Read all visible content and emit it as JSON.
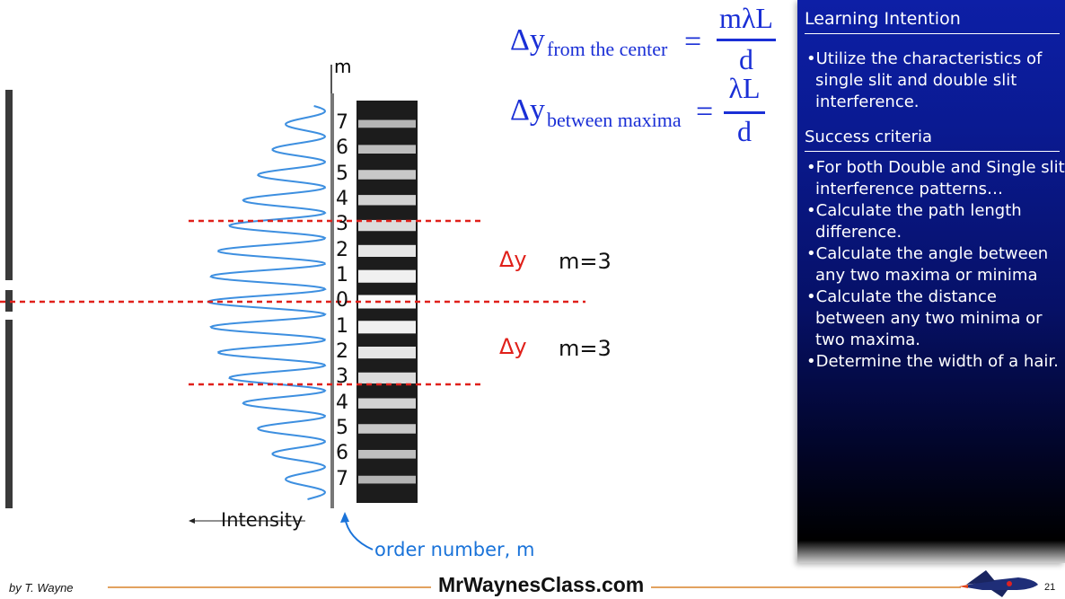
{
  "formulas": {
    "center": {
      "delta": "Δy",
      "subscript": "from the center",
      "equals": "=",
      "numerator": "mλL",
      "denominator": "d"
    },
    "between": {
      "delta": "Δy",
      "subscript": "between maxima",
      "equals": "=",
      "numerator": "λL",
      "denominator": "d"
    }
  },
  "diagram": {
    "m_axis_label": "m",
    "orders_top": [
      "7",
      "6",
      "5",
      "4",
      "3",
      "2",
      "1",
      "0"
    ],
    "orders_bottom": [
      "1",
      "2",
      "3",
      "4",
      "5",
      "6",
      "7"
    ],
    "intensity_label": "Intensity",
    "order_number_label": "order number, m",
    "delta_top": "Δy",
    "m_top": "m=3",
    "delta_bottom": "Δy",
    "m_bottom": "m=3",
    "colors": {
      "curve": "#3d8fe0",
      "dashed": "#e0201a",
      "delta": "#e0201a",
      "order_label": "#1a73d9"
    }
  },
  "panel": {
    "learning_title": "Learning Intention",
    "learning_items": [
      "Utilize the characteristics of single slit and double slit interference."
    ],
    "success_title": "Success criteria",
    "success_items": [
      "For both Double and Single slit interference patterns…",
      "Calculate the path length difference.",
      "Calculate the angle between any two maxima or minima",
      "Calculate the distance between any two minima or two maxima.",
      "Determine the width of a hair."
    ]
  },
  "footer": {
    "author": "by T. Wayne",
    "site": "MrWaynesClass.com",
    "page": "21",
    "rocket_icon": "rocket-icon"
  }
}
